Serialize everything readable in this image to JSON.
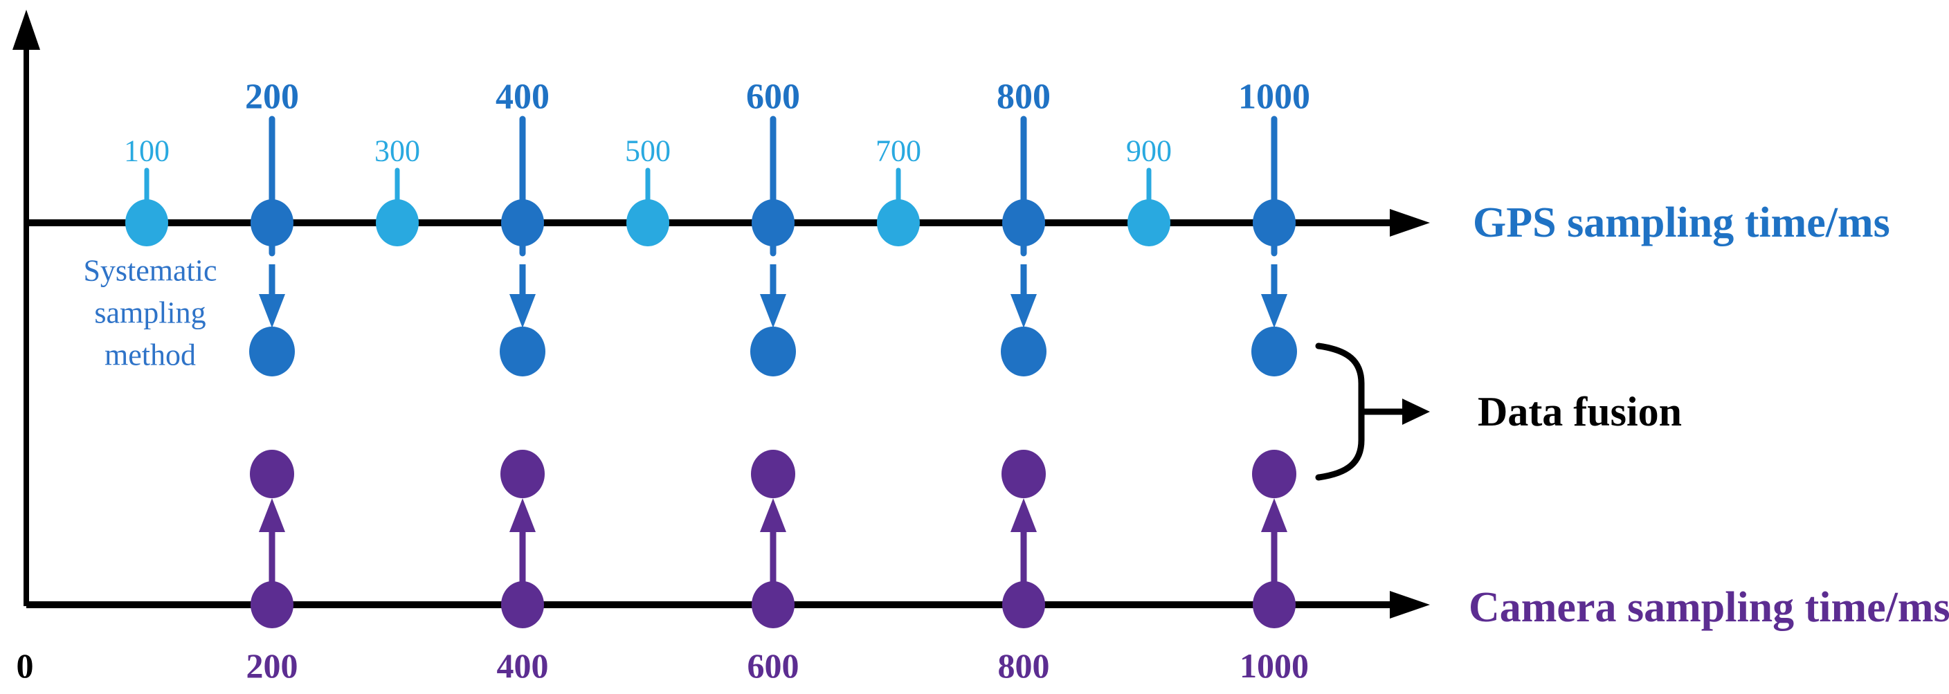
{
  "colors": {
    "light_blue": "#29A9E0",
    "blue": "#1F72C4",
    "purple": "#5C2D91",
    "black": "#000000"
  },
  "gps_timeline": {
    "axis_label": "GPS sampling time/ms",
    "minor_tick_values": [
      "100",
      "300",
      "500",
      "700",
      "900"
    ],
    "major_tick_values": [
      "200",
      "400",
      "600",
      "800",
      "1000"
    ],
    "note_lines": [
      "Systematic",
      "sampling",
      "method"
    ]
  },
  "camera_timeline": {
    "axis_label": "Camera sampling time/ms",
    "tick_values": [
      "200",
      "400",
      "600",
      "800",
      "1000"
    ],
    "origin_label": "0"
  },
  "fusion": {
    "label": "Data fusion",
    "selected_gps_times_ms": [
      200,
      400,
      600,
      800,
      1000
    ],
    "camera_times_ms": [
      200,
      400,
      600,
      800,
      1000
    ]
  }
}
